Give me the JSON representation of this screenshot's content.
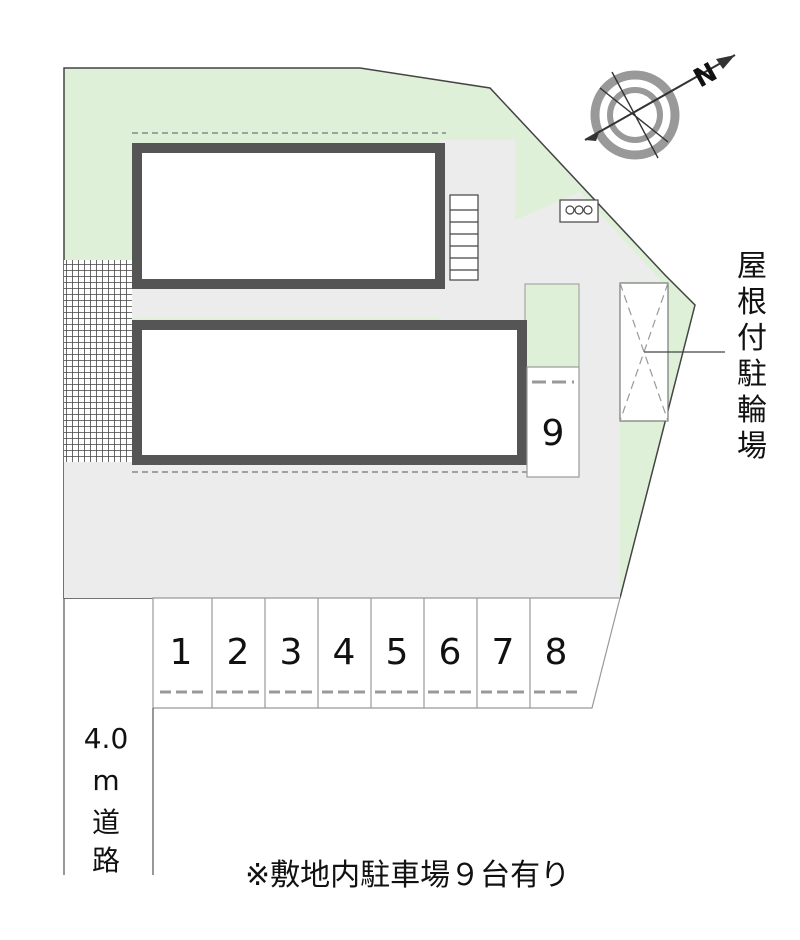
{
  "compass": {
    "label": "N"
  },
  "parking": {
    "spaces": [
      "1",
      "2",
      "3",
      "4",
      "5",
      "6",
      "7",
      "8"
    ],
    "extra_space": "9"
  },
  "bicycle_parking": {
    "label_lines": [
      "屋",
      "根",
      "付",
      "駐",
      "輪",
      "場"
    ]
  },
  "road": {
    "label_lines": [
      "4.0",
      "m",
      "道",
      "路"
    ]
  },
  "note": "※敷地内駐車場９台有り",
  "colors": {
    "green": "#dff0d8",
    "paving": "#ececec",
    "building_outline": "#555555"
  }
}
